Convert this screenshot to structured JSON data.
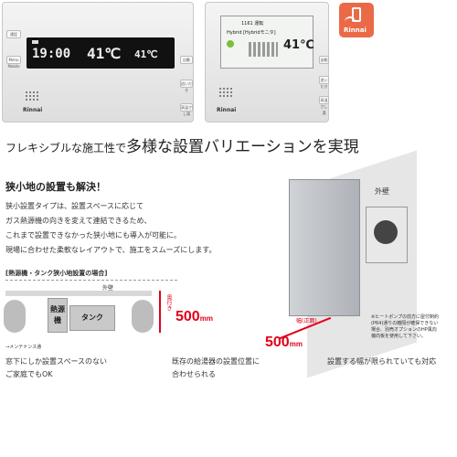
{
  "remote_kitchen": {
    "left_button": "通話",
    "left_button2": "Menu Mobile",
    "time": "19:00",
    "temp": "41℃",
    "temp_small": "41℃",
    "right_buttons": [
      "自動",
      "追いだき",
      "高温さし湯"
    ],
    "brand": "Rinnai"
  },
  "remote_bath": {
    "screen_line1": "1161 運転",
    "screen_line2": "Hybrid [Hybridモニタ]",
    "temp": "41℃",
    "right_buttons": [
      "自動",
      "追いだき",
      "高温さし湯"
    ],
    "brand": "Rinnai"
  },
  "badge": {
    "label": "Rinnai"
  },
  "headline": {
    "small_text": "フレキシブルな施工性で",
    "large_text": "多様な設置バリエーションを実現"
  },
  "section": {
    "title": "狭小地の設置も解決！",
    "lines": [
      "狭小設置タイプは、設置スペースに応じて",
      "ガス熱源機の向きを変えて連結できるため、",
      "これまで設置できなかった狭小地にも導入が可能に。",
      "現場に合わせた柔軟なレイアウトで、施工をスムーズにします。"
    ]
  },
  "diagram": {
    "title": "[熱源機・タンク狭小地設置の場合]",
    "wall_label": "外壁",
    "unit_label": "熱源機",
    "tank_label": "タンク",
    "depth_label": "奥行き",
    "depth_value": "500",
    "depth_unit": "mm",
    "legend": "→メンテナンス通",
    "caption_lines": [
      "窓下にしか設置スペースのない",
      "ご家庭でもOK"
    ]
  },
  "illustration": {
    "wall_label": "外壁",
    "width_label": "幅(正面)",
    "width_value": "500",
    "width_unit": "mm",
    "note_lines": [
      "※ヒートポンプの前方に屋付制約",
      "(P64)通りの離隔が確保できない",
      "場合、別売オプションのHP風向",
      "偏向板を使用して下さい。"
    ]
  },
  "captions": {
    "middle": [
      "既存の給湯器の設置位置に",
      "合わせられる"
    ],
    "right": "設置する幅が限られていても対応"
  }
}
